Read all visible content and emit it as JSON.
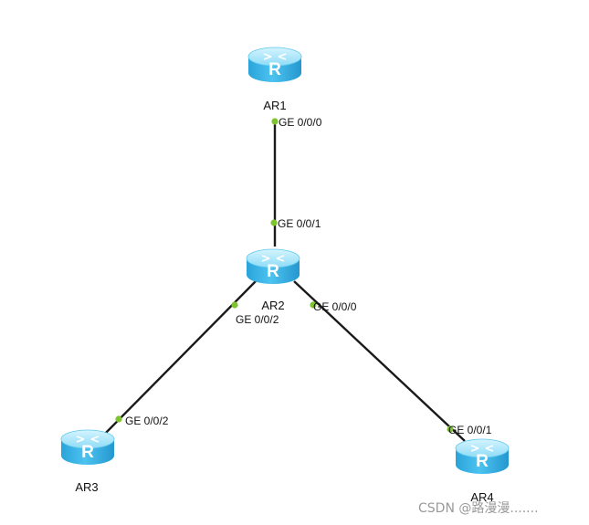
{
  "topology": {
    "routers": [
      {
        "id": "ar1",
        "label": "AR1",
        "icon": "router-icon",
        "glyph": "R"
      },
      {
        "id": "ar2",
        "label": "AR2",
        "icon": "router-icon",
        "glyph": "R"
      },
      {
        "id": "ar3",
        "label": "AR3",
        "icon": "router-icon",
        "glyph": "R"
      },
      {
        "id": "ar4",
        "label": "AR4",
        "icon": "router-icon",
        "glyph": "R"
      }
    ],
    "links": [
      {
        "from": "AR1",
        "from_port": "GE 0/0/0",
        "to": "AR2",
        "to_port": "GE 0/0/1"
      },
      {
        "from": "AR2",
        "from_port": "GE 0/0/2",
        "to": "AR3",
        "to_port": "GE 0/0/2"
      },
      {
        "from": "AR2",
        "from_port": "GE 0/0/0",
        "to": "AR4",
        "to_port": "GE 0/0/1"
      }
    ]
  },
  "watermark": "CSDN @路漫漫.......",
  "colors": {
    "router_top": "#aee8fb",
    "router_body": "#3ab7ea",
    "link": "#1a1a1a",
    "port_dot": "#7ec42f"
  }
}
